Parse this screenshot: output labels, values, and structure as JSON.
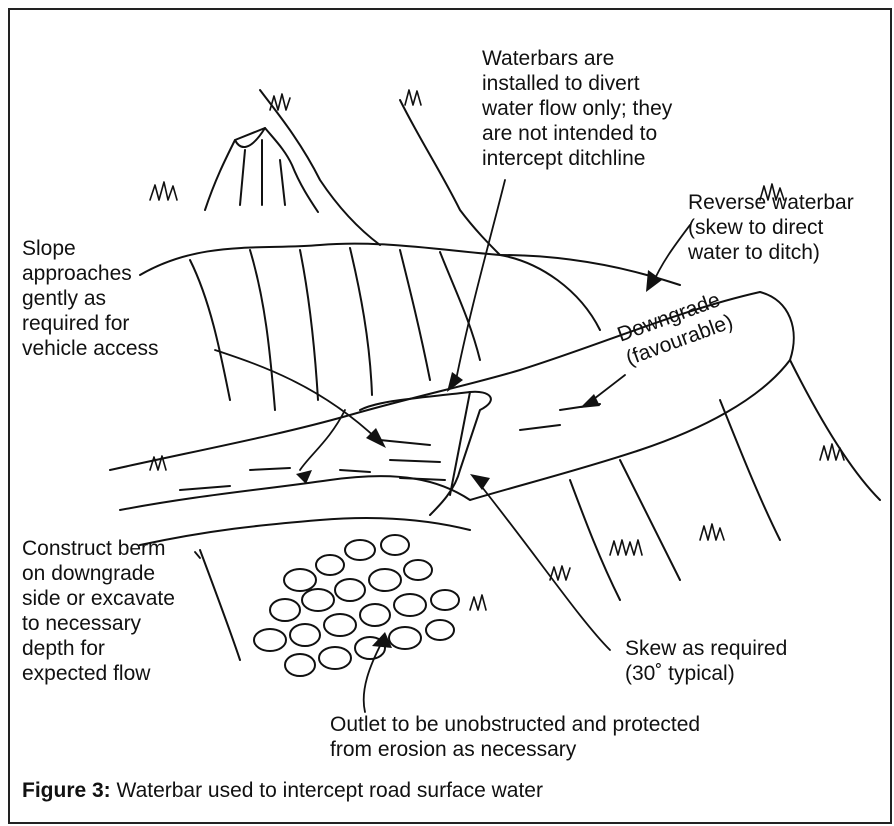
{
  "labels": {
    "waterbars_note": "Waterbars are\ninstalled to divert\nwater flow only; they\nare not intended to\nintercept ditchline",
    "reverse_waterbar": "Reverse waterbar\n(skew to direct\nwater to ditch)",
    "slope_approaches": "Slope\napproaches\ngently as\nrequired for\nvehicle access",
    "downgrade": "Downgrade\n(favourable)",
    "construct_berm": "Construct berm\non downgrade\nside or excavate\nto necessary\ndepth for\nexpected flow",
    "skew": "Skew as required\n(30˚ typical)",
    "outlet": "Outlet to be unobstructed and protected\nfrom erosion as necessary"
  },
  "caption": {
    "prefix": "Figure 3:",
    "text": " Waterbar used to intercept road surface water"
  },
  "colors": {
    "ink": "#111111",
    "background": "#ffffff",
    "border": "#222222"
  }
}
